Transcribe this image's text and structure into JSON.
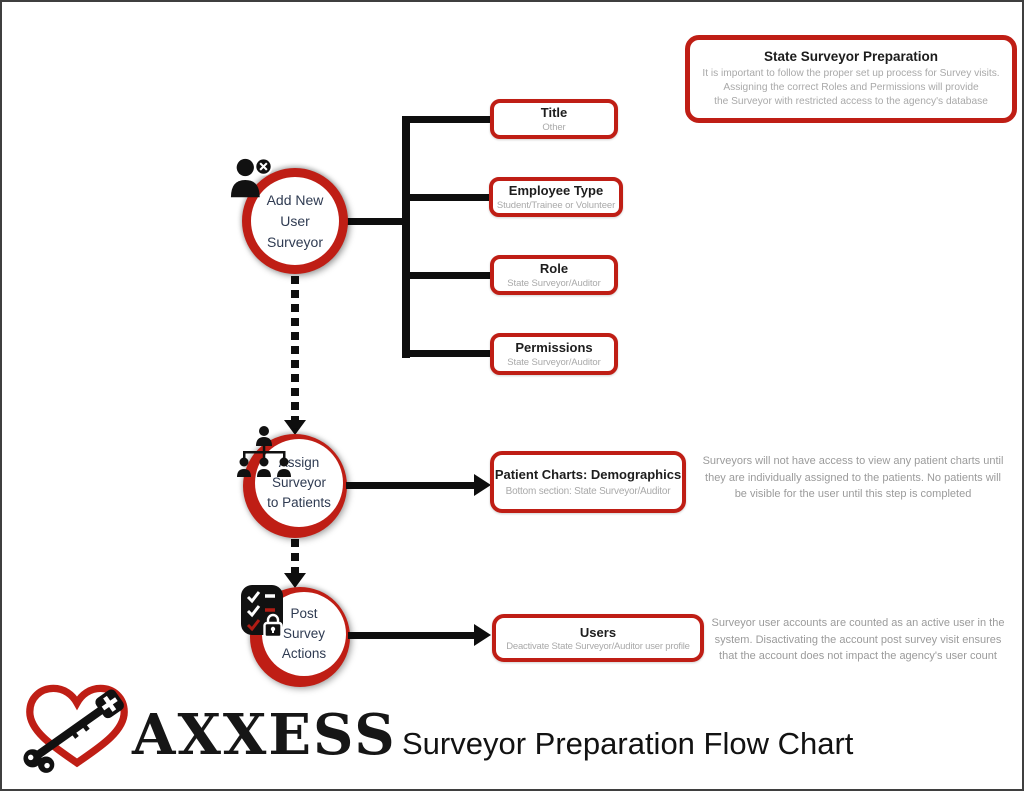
{
  "page": {
    "title": "Surveyor Preparation Flow Chart",
    "brand": "AXXESS"
  },
  "info_box": {
    "title": "State Surveyor Preparation",
    "lines": [
      "It is important to follow the proper set up process for Survey visits.",
      "Assigning the correct Roles and Permissions will provide",
      "the Surveyor with restricted access to the agency's database"
    ]
  },
  "steps": [
    {
      "icon": "add-user-icon",
      "label_lines": [
        "Add New User",
        "Surveyor"
      ]
    },
    {
      "icon": "org-chart-icon",
      "label_lines": [
        "Assign",
        "Surveyor",
        "to Patients"
      ]
    },
    {
      "icon": "checklist-lock-icon",
      "label_lines": [
        "Post",
        "Survey",
        "Actions"
      ]
    }
  ],
  "step1_boxes": [
    {
      "title": "Title",
      "subtitle": "Other"
    },
    {
      "title": "Employee Type",
      "subtitle": "Student/Trainee or Volunteer"
    },
    {
      "title": "Role",
      "subtitle": "State Surveyor/Auditor"
    },
    {
      "title": "Permissions",
      "subtitle": "State Surveyor/Auditor"
    }
  ],
  "step2_box": {
    "title": "Patient Charts: Demographics",
    "subtitle": "Bottom section: State Surveyor/Auditor"
  },
  "step2_note": "Surveyors will not have access to view any patient charts until they are individually assigned to the patients. No patients will be visible for the user until this step is completed",
  "step3_box": {
    "title": "Users",
    "subtitle": "Deactivate State Surveyor/Auditor user profile"
  },
  "step3_note": "Surveyor user accounts are counted as an active user in the system. Disactivating the account post survey visit ensures that the account does not impact the agency's user count",
  "colors": {
    "accent_red": "#bf1e15",
    "line_black": "#0e0e0e",
    "label_dark": "#2f3b52",
    "note_gray": "#9b9b9b"
  }
}
